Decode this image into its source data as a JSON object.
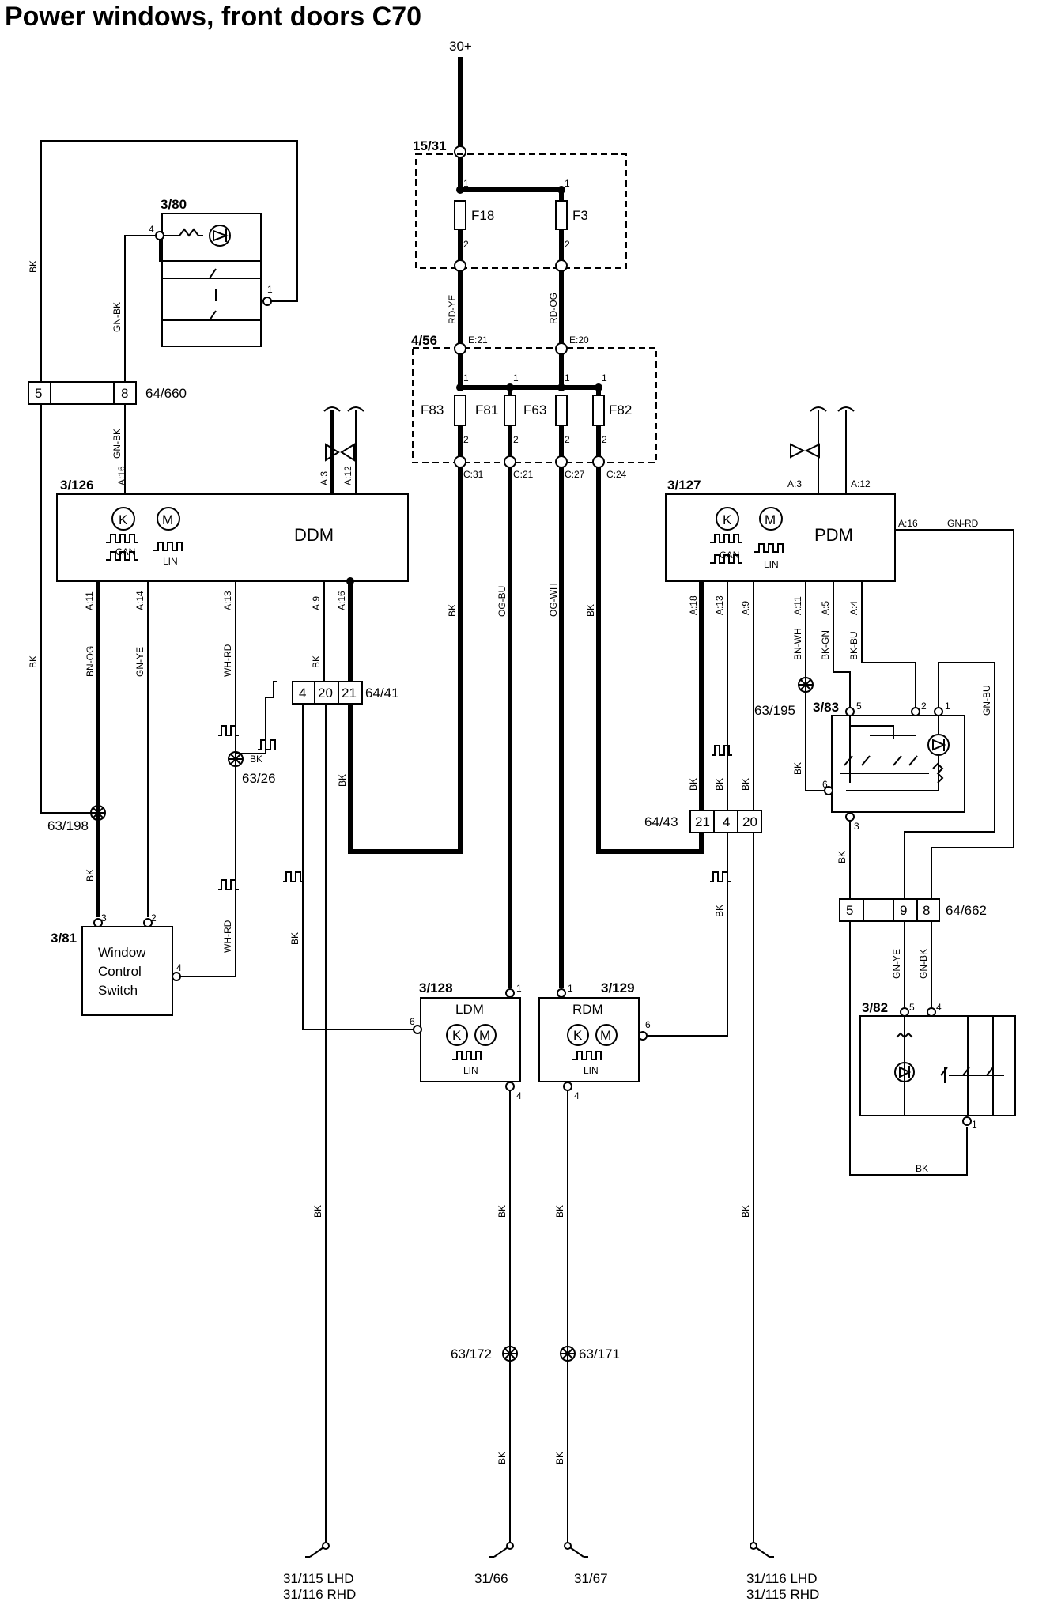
{
  "title": "Power windows, front doors C70",
  "supply": "30+",
  "fuse_boxes": {
    "b1": {
      "id": "15/31",
      "fuses": [
        "F18",
        "F3"
      ],
      "outputs": [
        "RD-YE",
        "RD-OG"
      ]
    },
    "b2": {
      "id": "4/56",
      "fuses": [
        "F83",
        "F81",
        "F63",
        "F82"
      ],
      "inputs": [
        "E:21",
        "E:20"
      ],
      "outputs": [
        "C:31",
        "C:21",
        "C:27",
        "C:24"
      ]
    },
    "pin1": "1",
    "pin2": "2"
  },
  "modules": {
    "ddm": {
      "id": "3/126",
      "name": "DDM",
      "can": "CAN",
      "lin": "LIN",
      "k": "K",
      "m": "M",
      "pins_top": [
        "A:16",
        "A:3",
        "A:12"
      ],
      "pins_bottom": [
        "A:11",
        "A:14",
        "A:13",
        "A:9",
        "A:16"
      ]
    },
    "pdm": {
      "id": "3/127",
      "name": "PDM",
      "can": "CAN",
      "lin": "LIN",
      "k": "K",
      "m": "M",
      "pins_top": [
        "A:3",
        "A:12"
      ],
      "pin_side": "A:16",
      "pins_bottom": [
        "A:18",
        "A:13",
        "A:9",
        "A:11",
        "A:5",
        "A:4"
      ]
    },
    "ldm": {
      "id": "3/128",
      "name": "LDM",
      "lin": "LIN",
      "k": "K",
      "m": "M",
      "pins": [
        "1",
        "6",
        "4"
      ]
    },
    "rdm": {
      "id": "3/129",
      "name": "RDM",
      "lin": "LIN",
      "k": "K",
      "m": "M",
      "pins": [
        "1",
        "6",
        "4"
      ]
    }
  },
  "switches": {
    "s380": {
      "id": "3/80",
      "pins": [
        "4",
        "1"
      ]
    },
    "s381": {
      "id": "3/81",
      "name_lines": [
        "Window",
        "Control",
        "Switch"
      ],
      "pins": [
        "3",
        "2",
        "4"
      ]
    },
    "s383": {
      "id": "3/83",
      "pins": [
        "5",
        "2",
        "1",
        "6",
        "3"
      ]
    },
    "s382": {
      "id": "3/82",
      "pins": [
        "5",
        "4",
        "1"
      ]
    }
  },
  "connectors": {
    "c660": {
      "id": "64/660",
      "pins": [
        "5",
        "8"
      ]
    },
    "c41": {
      "id": "64/41",
      "pins": [
        "4",
        "20",
        "21"
      ]
    },
    "c43": {
      "id": "64/43",
      "pins": [
        "21",
        "4",
        "20"
      ]
    },
    "c662": {
      "id": "64/662",
      "pins": [
        "5",
        "9",
        "8"
      ]
    }
  },
  "splices": [
    "63/198",
    "63/26",
    "63/195",
    "63/172",
    "63/171"
  ],
  "wire_colors": {
    "bk": "BK",
    "gn_bk": "GN-BK",
    "bn_og": "BN-OG",
    "gn_ye": "GN-YE",
    "wh_rd": "WH-RD",
    "og_bu": "OG-BU",
    "og_wh": "OG-WH",
    "gn_rd": "GN-RD",
    "bn_wh": "BN-WH",
    "bk_gn": "BK-GN",
    "bk_bu": "BK-BU",
    "gn_bu": "GN-BU",
    "rd_ye": "RD-YE",
    "rd_og": "RD-OG"
  },
  "grounds": {
    "g1": [
      "31/115 LHD",
      "31/116 RHD"
    ],
    "g2": [
      "31/66"
    ],
    "g3": [
      "31/67"
    ],
    "g4": [
      "31/116 LHD",
      "31/115 RHD"
    ]
  }
}
